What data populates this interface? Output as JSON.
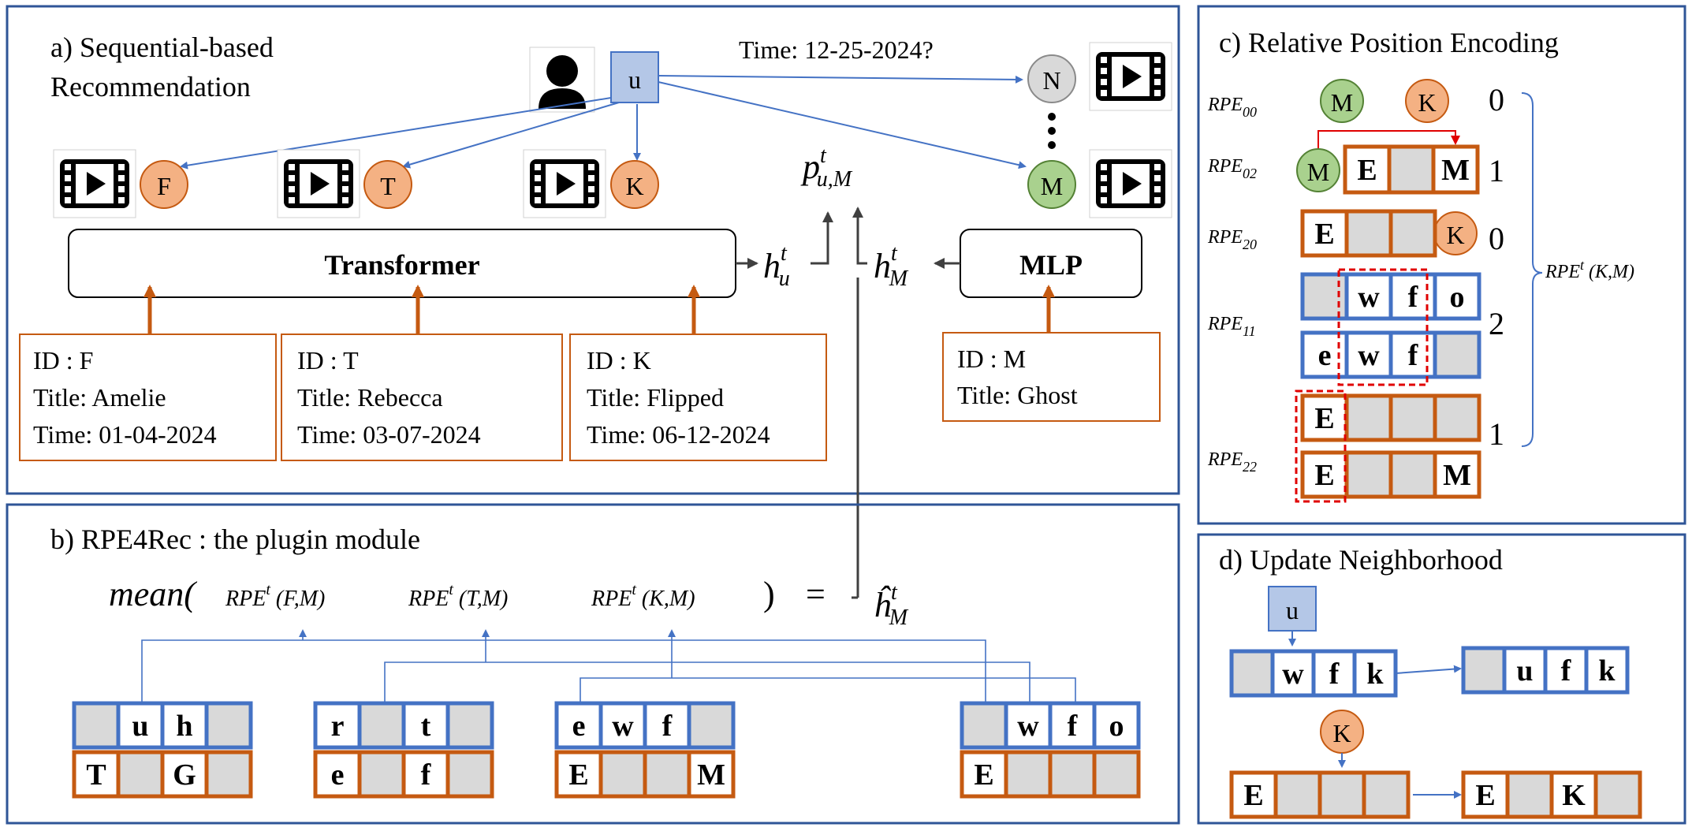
{
  "panel_a": {
    "title_line1": "a) Sequential-based",
    "title_line2": "Recommendation",
    "user_label": "u",
    "time_query": "Time: 12-25-2024?",
    "score_label_main": "p",
    "score_label_sup": "t",
    "score_label_sub": "u,M",
    "transformer_label": "Transformer",
    "mlp_label": "MLP",
    "h_u_main": "h",
    "h_u_sup": "t",
    "h_u_sub": "u",
    "h_M_main": "h",
    "h_M_sup": "t",
    "h_M_sub": "M",
    "items": [
      {
        "label": "F"
      },
      {
        "label": "T"
      },
      {
        "label": "K"
      }
    ],
    "candidates": [
      {
        "label": "N"
      },
      {
        "label": "M"
      }
    ],
    "cards": [
      {
        "id": "ID : F",
        "title": "Title: Amelie",
        "time": "Time: 01-04-2024"
      },
      {
        "id": "ID : T",
        "title": "Title:  Rebecca",
        "time": "Time: 03-07-2024"
      },
      {
        "id": "ID : K",
        "title": "Title: Flipped",
        "time": "Time: 06-12-2024"
      },
      {
        "id": "ID : M",
        "title": "Title: Ghost",
        "time": ""
      }
    ]
  },
  "panel_b": {
    "title": "b) RPE4Rec : the plugin module",
    "mean": "mean(",
    "close": ")",
    "equals": "=",
    "terms": [
      {
        "rpe": "RPE",
        "sup": "t",
        "args": " (F,M)"
      },
      {
        "rpe": "RPE",
        "sup": "t",
        "args": " (T,M)"
      },
      {
        "rpe": "RPE",
        "sup": "t",
        "args": " (K,M)"
      }
    ],
    "hhat_main": "ĥ",
    "hhat_sup": "t",
    "hhat_sub": "M",
    "grids": [
      {
        "top": [
          "",
          "u",
          "h",
          ""
        ],
        "bottom": [
          "T",
          "",
          "G",
          ""
        ]
      },
      {
        "top": [
          "r",
          "",
          "t",
          ""
        ],
        "bottom": [
          "e",
          "",
          "f",
          ""
        ]
      },
      {
        "top": [
          "e",
          "w",
          "f",
          ""
        ],
        "bottom": [
          "E",
          "",
          "",
          "M"
        ]
      },
      {
        "top": [
          "",
          "w",
          "f",
          "o"
        ],
        "bottom": [
          "E",
          "",
          "",
          ""
        ]
      }
    ]
  },
  "panel_c": {
    "title": "c) Relative Position Encoding",
    "rows": [
      {
        "label": "RPE",
        "sub": "00",
        "value": "0"
      },
      {
        "label": "RPE",
        "sub": "02",
        "value": "1"
      },
      {
        "label": "RPE",
        "sub": "20",
        "value": "0"
      },
      {
        "label": "RPE",
        "sub": "11",
        "value": "2"
      },
      {
        "label": "RPE",
        "sub": "22",
        "value": "1"
      }
    ],
    "brace_label": "RPE",
    "brace_sup": "t",
    "brace_args": " (K,M)",
    "row00_nodes": [
      "M",
      "K"
    ],
    "row02_node": "M",
    "row02_cells": [
      "E",
      "",
      "M"
    ],
    "row20_cells": [
      "E",
      "",
      ""
    ],
    "row20_node": "K",
    "row11_top": [
      "",
      "w",
      "f",
      "o"
    ],
    "row11_bottom": [
      "e",
      "w",
      "f",
      ""
    ],
    "row22_top": [
      "E",
      "",
      "",
      ""
    ],
    "row22_bottom": [
      "E",
      "",
      "",
      "M"
    ]
  },
  "panel_d": {
    "title": "d) Update Neighborhood",
    "user_label": "u",
    "item_label": "K",
    "top_before": [
      "",
      "w",
      "f",
      "k"
    ],
    "top_after": [
      "",
      "u",
      "f",
      "k"
    ],
    "bottom_before": [
      "E",
      "",
      "",
      ""
    ],
    "bottom_after": [
      "E",
      "",
      "K",
      ""
    ]
  },
  "colors": {
    "blue": "#4472C4",
    "orange": "#C55A11",
    "orange_fill": "#F4B183",
    "green_fill": "#A9D18E",
    "gray_fill": "#D9D9D9",
    "user_fill": "#B4C7E7",
    "red": "#E00000",
    "dark": "#404040"
  }
}
